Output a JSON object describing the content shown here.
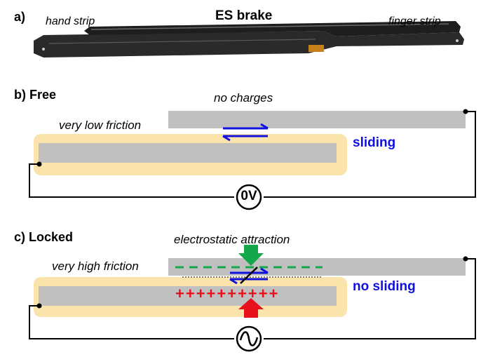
{
  "panel_a": {
    "label": "a)",
    "title": "ES brake",
    "left_label": "hand strip",
    "right_label": "finger strip"
  },
  "panel_b": {
    "label": "b) Free",
    "top_caption": "no charges",
    "friction_label": "very low friction",
    "motion_label": "sliding",
    "source_label": "0V"
  },
  "panel_c": {
    "label": "c) Locked",
    "top_caption": "electrostatic attraction",
    "friction_label": "very high friction",
    "motion_label": "no sliding",
    "plus_charges": "++++++++++"
  },
  "colors": {
    "strip_gray": "#c0c0c0",
    "insulation_beige": "#fbe4ac",
    "arrow_blue": "#1010e0",
    "attraction_green": "#14a84a",
    "charge_red": "#e8101a",
    "negative_dash": "#14a84a"
  },
  "icons": {
    "voltage_source_b": "dc-source-icon",
    "voltage_source_c": "ac-source-icon"
  }
}
